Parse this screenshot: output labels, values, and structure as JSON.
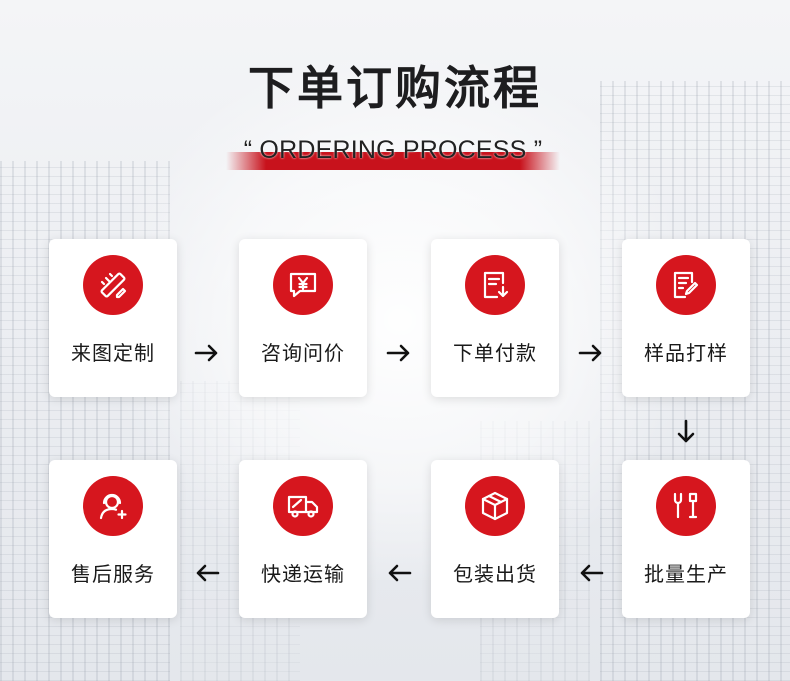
{
  "header": {
    "title": "下单订购流程",
    "subtitle": "“ ORDERING PROCESS ”"
  },
  "colors": {
    "accent": "#d6161e",
    "card_bg": "#ffffff",
    "text": "#1a1a1a"
  },
  "steps": [
    {
      "label": "来图定制",
      "icon": "pencil-ruler-icon"
    },
    {
      "label": "咨询问价",
      "icon": "price-chat-icon"
    },
    {
      "label": "下单付款",
      "icon": "order-document-icon"
    },
    {
      "label": "样品打样",
      "icon": "sample-document-icon"
    },
    {
      "label": "批量生产",
      "icon": "wrench-tools-icon"
    },
    {
      "label": "包装出货",
      "icon": "package-box-icon"
    },
    {
      "label": "快递运输",
      "icon": "delivery-truck-icon"
    },
    {
      "label": "售后服务",
      "icon": "customer-service-icon"
    }
  ]
}
